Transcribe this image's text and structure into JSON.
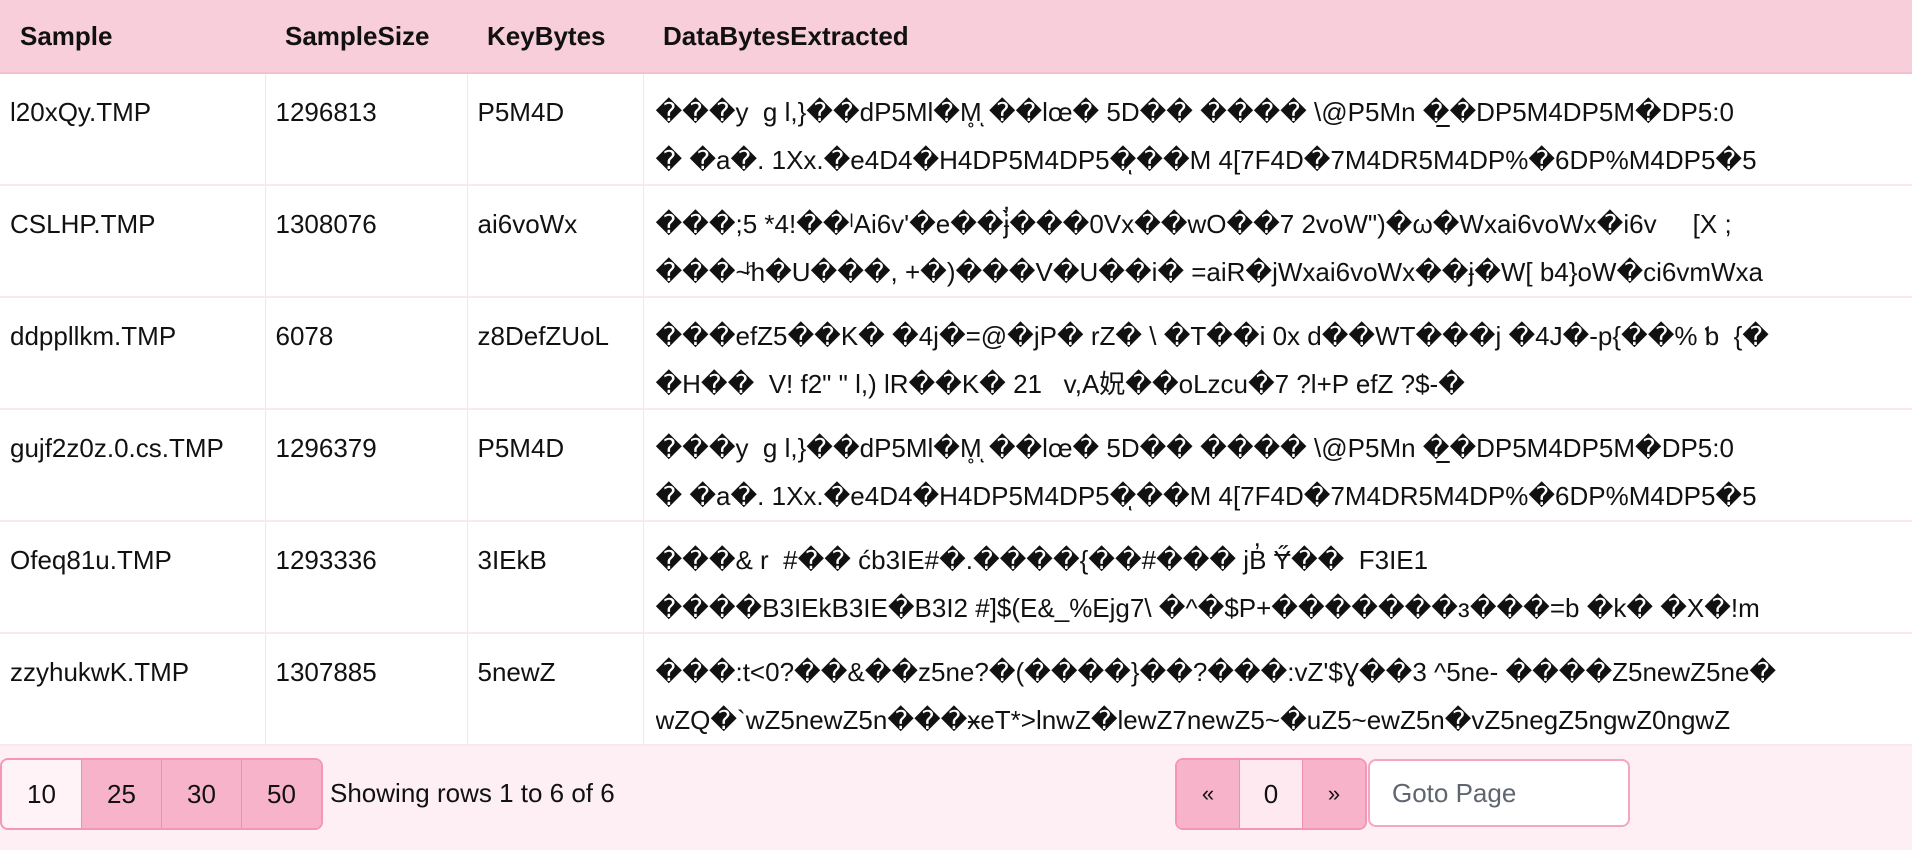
{
  "table": {
    "headers": [
      "Sample",
      "SampleSize",
      "KeyBytes",
      "DataBytesExtracted"
    ],
    "rows": [
      {
        "sample": "l20xQy.TMP",
        "size": "1296813",
        "key": "P5M4D",
        "data": [
          "���y  g l,}��dP5Ml�M̥ͅ ��lœ� 5D�� ���� \\@P5Mn �̲�DP5M4DP5M�DP5:0",
          "� �a�. 1Xx.�e4D4�H4DP5M4DP5�ͅ��M 4[7F4D�7M4DR5M4DP%�6DP%M4DP5�5"
        ]
      },
      {
        "sample": "CSLHP.TMP",
        "size": "1308076",
        "key": "ai6voWx",
        "data": [
          "���;5 *4!��ˡAi6v'�e��ɉ̓̀���0Vx��wO��7 2voW\")�ω�Wxai6voWx�i6v     [X ;",
          "���~ͪh�U���, +�)���V�U��i� =aiR�jWxai6voWx��ɉ�W[ b4}oW�ci6vmWxa"
        ]
      },
      {
        "sample": "ddppllkm.TMP",
        "size": "6078",
        "key": "z8DefZUoL",
        "data": [
          "���efZ5��K� �4j�=@�jP� rZ� \\ �T��i 0x d��WT���j �4J�-p{��% ƅ  {�",
          "�H��  V! f2\" \" l,) lR��K� 21   v,A㚾��oLzcu�7 ?l+P efZ ?$-�"
        ]
      },
      {
        "sample": "gujf2z0z.0.cs.TMP",
        "size": "1296379",
        "key": "P5M4D",
        "data": [
          "���y  g l,}��dP5Ml�M̥ͅ ��lœ� 5D�� ���� \\@P5Mn �̲�DP5M4DP5M�DP5:0",
          "� �a�. 1Xx.�e4D4�H4DP5M4DP5�ͅ��M 4[7F4D�7M4DR5M4DP%�6DP%M4DP5�5"
        ]
      },
      {
        "sample": "Ofeq81u.TMP",
        "size": "1293336",
        "key": "3IEkB",
        "data": [
          "���& r  #�� ćb3IE#�.����{��#��� jB̓ Ɏ̋��  F3IE1",
          "����B3IEkB3IE�B3I2 #]$(E&_%Ejg7\\ �^�$P+�������ɜ���=b �k� �X�!m"
        ]
      },
      {
        "sample": "zzyhukwK.TMP",
        "size": "1307885",
        "key": "5newZ",
        "data": [
          "���:t<0?��&��z5ne?�(����}��?���:vZ'$Ɣ��3 ^5ne- ����Z5newZ5ne�",
          "wZQ�`wZ5newZ5n���ӿeT*>lnwZ�lewZ7newZ5~�uZ5~ewZ5n�vZ5negZ5ngwZ0ngwZ"
        ]
      }
    ]
  },
  "footer": {
    "page_sizes": [
      "10",
      "25",
      "30",
      "50"
    ],
    "active_page_size": "10",
    "showing": "Showing rows 1 to 6 of 6",
    "prev": "«",
    "current_page": "0",
    "next": "»",
    "goto_placeholder": "Goto Page"
  },
  "colors": {
    "header_bg": "#f8cedb",
    "button_bg": "#f7b3c9",
    "page_bg": "#fdeff4"
  }
}
